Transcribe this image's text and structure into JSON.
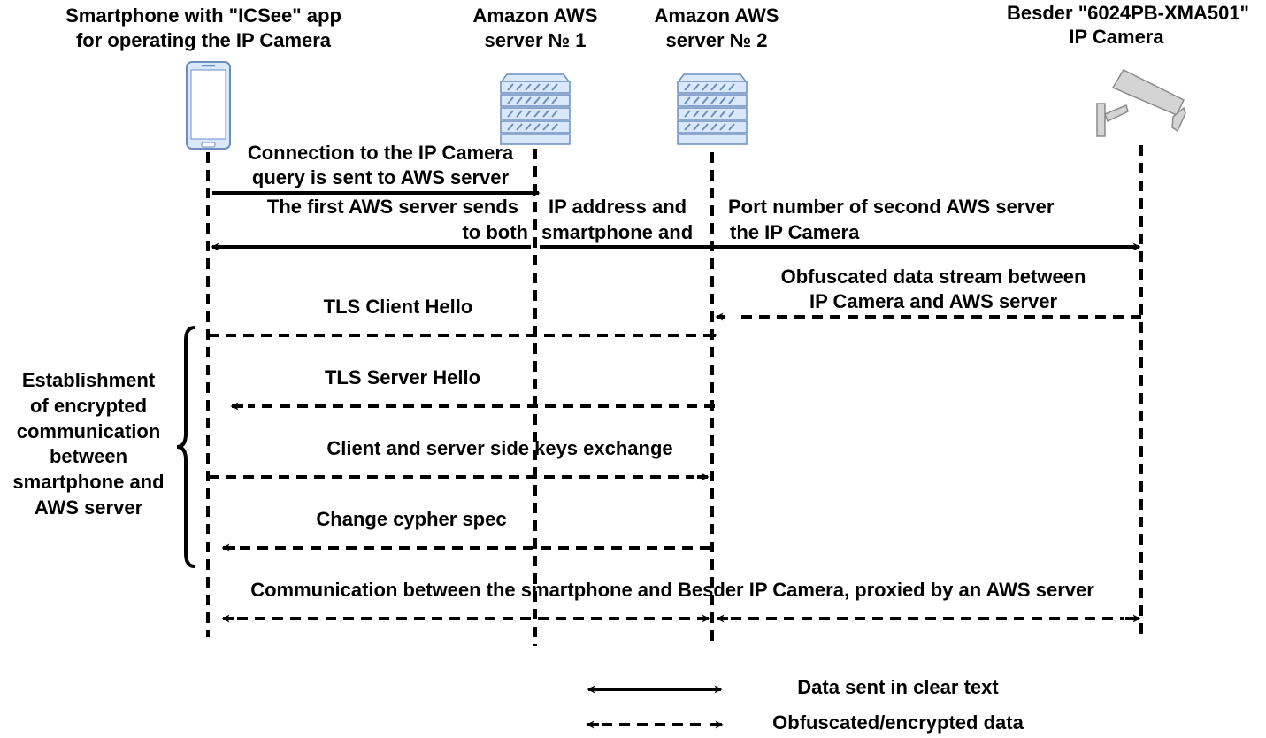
{
  "actors": {
    "smartphone": {
      "line1": "Smartphone with \"ICSee\" app",
      "line2": "for operating the IP Camera",
      "icon": "smartphone-icon"
    },
    "aws1": {
      "line1": "Amazon AWS",
      "line2": "server № 1",
      "icon": "server-icon"
    },
    "aws2": {
      "line1": "Amazon AWS",
      "line2": "server № 2",
      "icon": "server-icon"
    },
    "camera": {
      "line1": "Besder \"6024PB-XMA501\"",
      "line2": "IP Camera",
      "icon": "security-camera-icon"
    }
  },
  "messages": {
    "connection_query": {
      "line1": "Connection to the IP Camera",
      "line2": "query is sent to AWS server",
      "style": "clear"
    },
    "ip_port": {
      "left_line1": "The first AWS server sends",
      "left_line2": "to both",
      "mid_line1": "IP  address and",
      "mid_line2": "smartphone and",
      "right_line1_a": "Port number of ",
      "right_line1_b": "second",
      "right_line1_c": " AWS server",
      "right_line2": "the IP Camera",
      "style": "clear"
    },
    "camera_stream": {
      "line1": "Obfuscated data stream between",
      "line2": "IP Camera and AWS server",
      "style": "obfuscated"
    },
    "tls_client_hello": {
      "label": "TLS Client Hello",
      "style": "obfuscated"
    },
    "tls_server_hello": {
      "label": "TLS Server Hello",
      "style": "obfuscated"
    },
    "keys_exchange": {
      "label": "Client and server side keys exchange",
      "style": "obfuscated"
    },
    "change_cypher": {
      "label": "Change cypher spec",
      "style": "obfuscated"
    },
    "proxied_comm": {
      "label": "Communication between the smartphone and Besder IP Camera, proxied by an AWS server",
      "style": "obfuscated"
    }
  },
  "brace_label": {
    "lines": [
      "Establishment",
      "of encrypted",
      "communication",
      "between",
      "smartphone and",
      "AWS server"
    ]
  },
  "legend": {
    "clear": "Data sent in clear text",
    "obfuscated": "Obfuscated/encrypted data"
  },
  "colors": {
    "line": "#000000",
    "icon_fill": "#dae8fc",
    "icon_stroke": "#6c8ebf",
    "camera_fill": "#d4d4d4",
    "camera_stroke": "#8a8a8a"
  }
}
